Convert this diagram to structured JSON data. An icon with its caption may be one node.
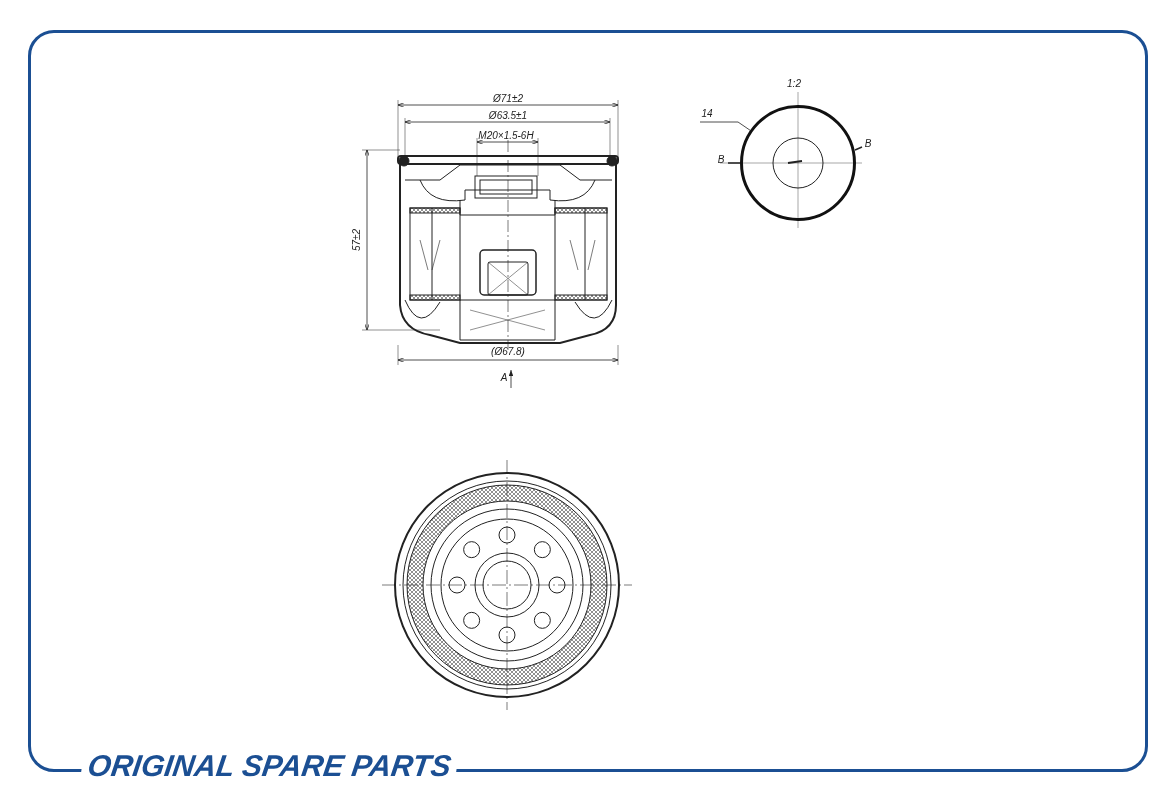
{
  "diagram": {
    "nodes": [
      {
        "text": [
          "14"
        ]
      },
      {
        "text": [],
        "shape": "circle"
      }
    ],
    "edges": [
      {
        "from": 0,
        "to": 1,
        "arrow": "none"
      }
    ],
    "labels": [
      "Ø71±2",
      "Ø63.5±1",
      "M20×1.5-6H",
      "57±2",
      "(Ø67.8)",
      "A",
      "1:2",
      "B",
      "B",
      "ORIGINAL SPARE PARTS"
    ]
  }
}
